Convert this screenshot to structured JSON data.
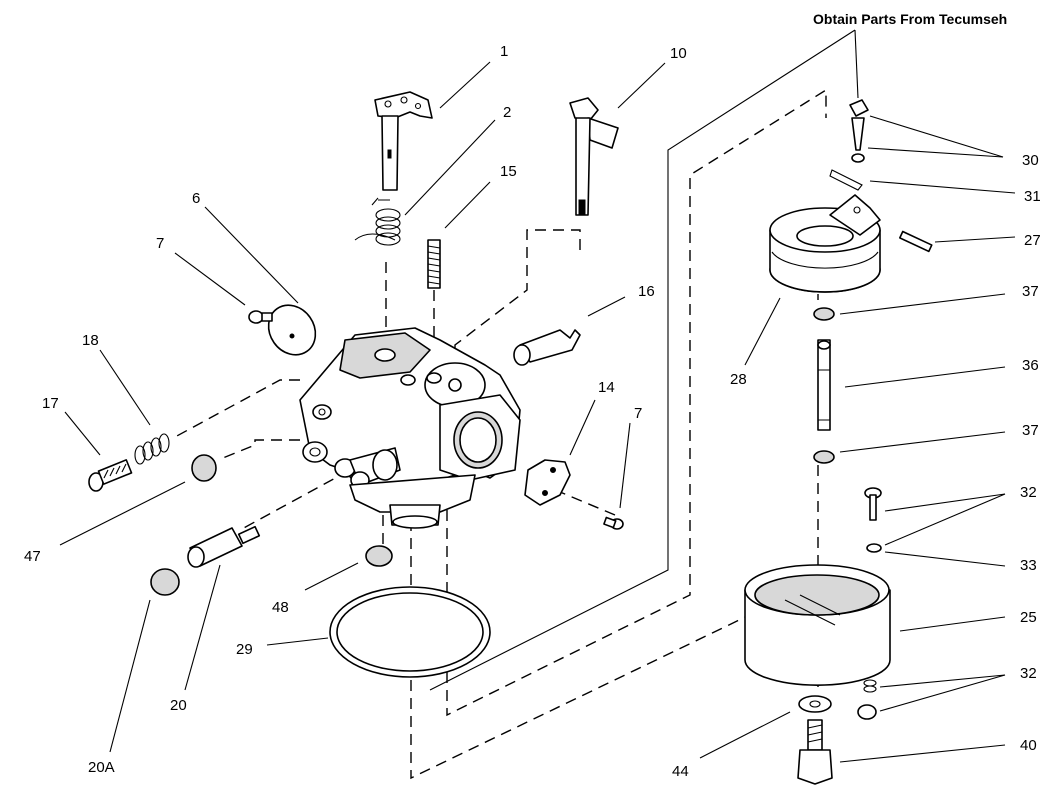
{
  "note": "Obtain Parts From Tecumseh",
  "callouts": [
    {
      "id": "c1",
      "text": "1"
    },
    {
      "id": "c2",
      "text": "2"
    },
    {
      "id": "c15",
      "text": "15"
    },
    {
      "id": "c10",
      "text": "10"
    },
    {
      "id": "c6",
      "text": "6"
    },
    {
      "id": "c7a",
      "text": "7"
    },
    {
      "id": "c18",
      "text": "18"
    },
    {
      "id": "c17",
      "text": "17"
    },
    {
      "id": "c16",
      "text": "16"
    },
    {
      "id": "c14",
      "text": "14"
    },
    {
      "id": "c7b",
      "text": "7"
    },
    {
      "id": "c47",
      "text": "47"
    },
    {
      "id": "c48",
      "text": "48"
    },
    {
      "id": "c29",
      "text": "29"
    },
    {
      "id": "c20",
      "text": "20"
    },
    {
      "id": "c20A",
      "text": "20A"
    },
    {
      "id": "c30",
      "text": "30"
    },
    {
      "id": "c31",
      "text": "31"
    },
    {
      "id": "c27",
      "text": "27"
    },
    {
      "id": "c37a",
      "text": "37"
    },
    {
      "id": "c28",
      "text": "28"
    },
    {
      "id": "c36",
      "text": "36"
    },
    {
      "id": "c37b",
      "text": "37"
    },
    {
      "id": "c32a",
      "text": "32"
    },
    {
      "id": "c33",
      "text": "33"
    },
    {
      "id": "c25",
      "text": "25"
    },
    {
      "id": "c32b",
      "text": "32"
    },
    {
      "id": "c44",
      "text": "44"
    },
    {
      "id": "c40",
      "text": "40"
    }
  ]
}
